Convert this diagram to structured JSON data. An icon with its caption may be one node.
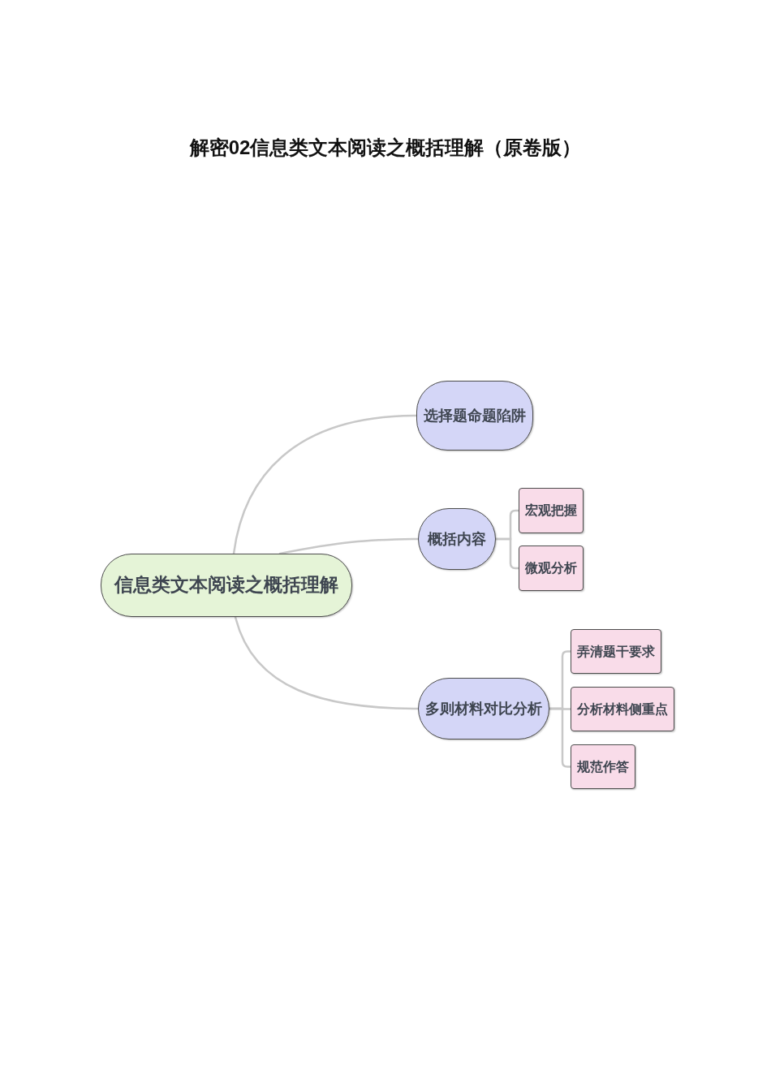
{
  "diagram": {
    "title": "解密02信息类文本阅读之概括理解（原卷版）",
    "nodes": [
      {
        "text": [
          "信息类文本阅读之概括理解"
        ]
      },
      {
        "text": [
          "选择题命题陷阱"
        ]
      },
      {
        "text": [
          "概括内容"
        ]
      },
      {
        "text": [
          "宏观把握"
        ]
      },
      {
        "text": [
          "微观分析"
        ]
      },
      {
        "text": [
          "多则材料对比分析"
        ]
      },
      {
        "text": [
          "弄清题干要求"
        ]
      },
      {
        "text": [
          "分析材料侧重点"
        ]
      },
      {
        "text": [
          "规范作答"
        ]
      }
    ],
    "edges": [
      {
        "from": 0,
        "to": 1,
        "arrow": "none"
      },
      {
        "from": 0,
        "to": 2,
        "arrow": "none"
      },
      {
        "from": 0,
        "to": 5,
        "arrow": "none"
      },
      {
        "from": 2,
        "to": 3,
        "arrow": "none"
      },
      {
        "from": 2,
        "to": 4,
        "arrow": "none"
      },
      {
        "from": 5,
        "to": 6,
        "arrow": "none"
      },
      {
        "from": 5,
        "to": 7,
        "arrow": "none"
      },
      {
        "from": 5,
        "to": 8,
        "arrow": "none"
      }
    ]
  }
}
